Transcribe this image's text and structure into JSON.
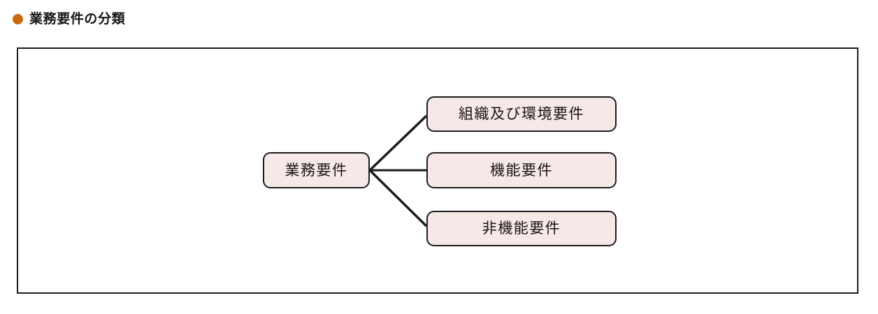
{
  "heading": {
    "bullet_icon": "bullet-circle-icon",
    "bullet_color": "#cc6611",
    "text": "業務要件の分類"
  },
  "figure": {
    "border_color": "#1c1c1c",
    "background": "#ffffff"
  },
  "diagram": {
    "type": "tree",
    "node_fill": "#f6e8e6",
    "node_border": "#1c1c1c",
    "connector_color": "#1c1c1c",
    "root": {
      "label": "業務要件"
    },
    "children": [
      {
        "label": "組織及び環境要件"
      },
      {
        "label": "機能要件"
      },
      {
        "label": "非機能要件"
      }
    ]
  }
}
